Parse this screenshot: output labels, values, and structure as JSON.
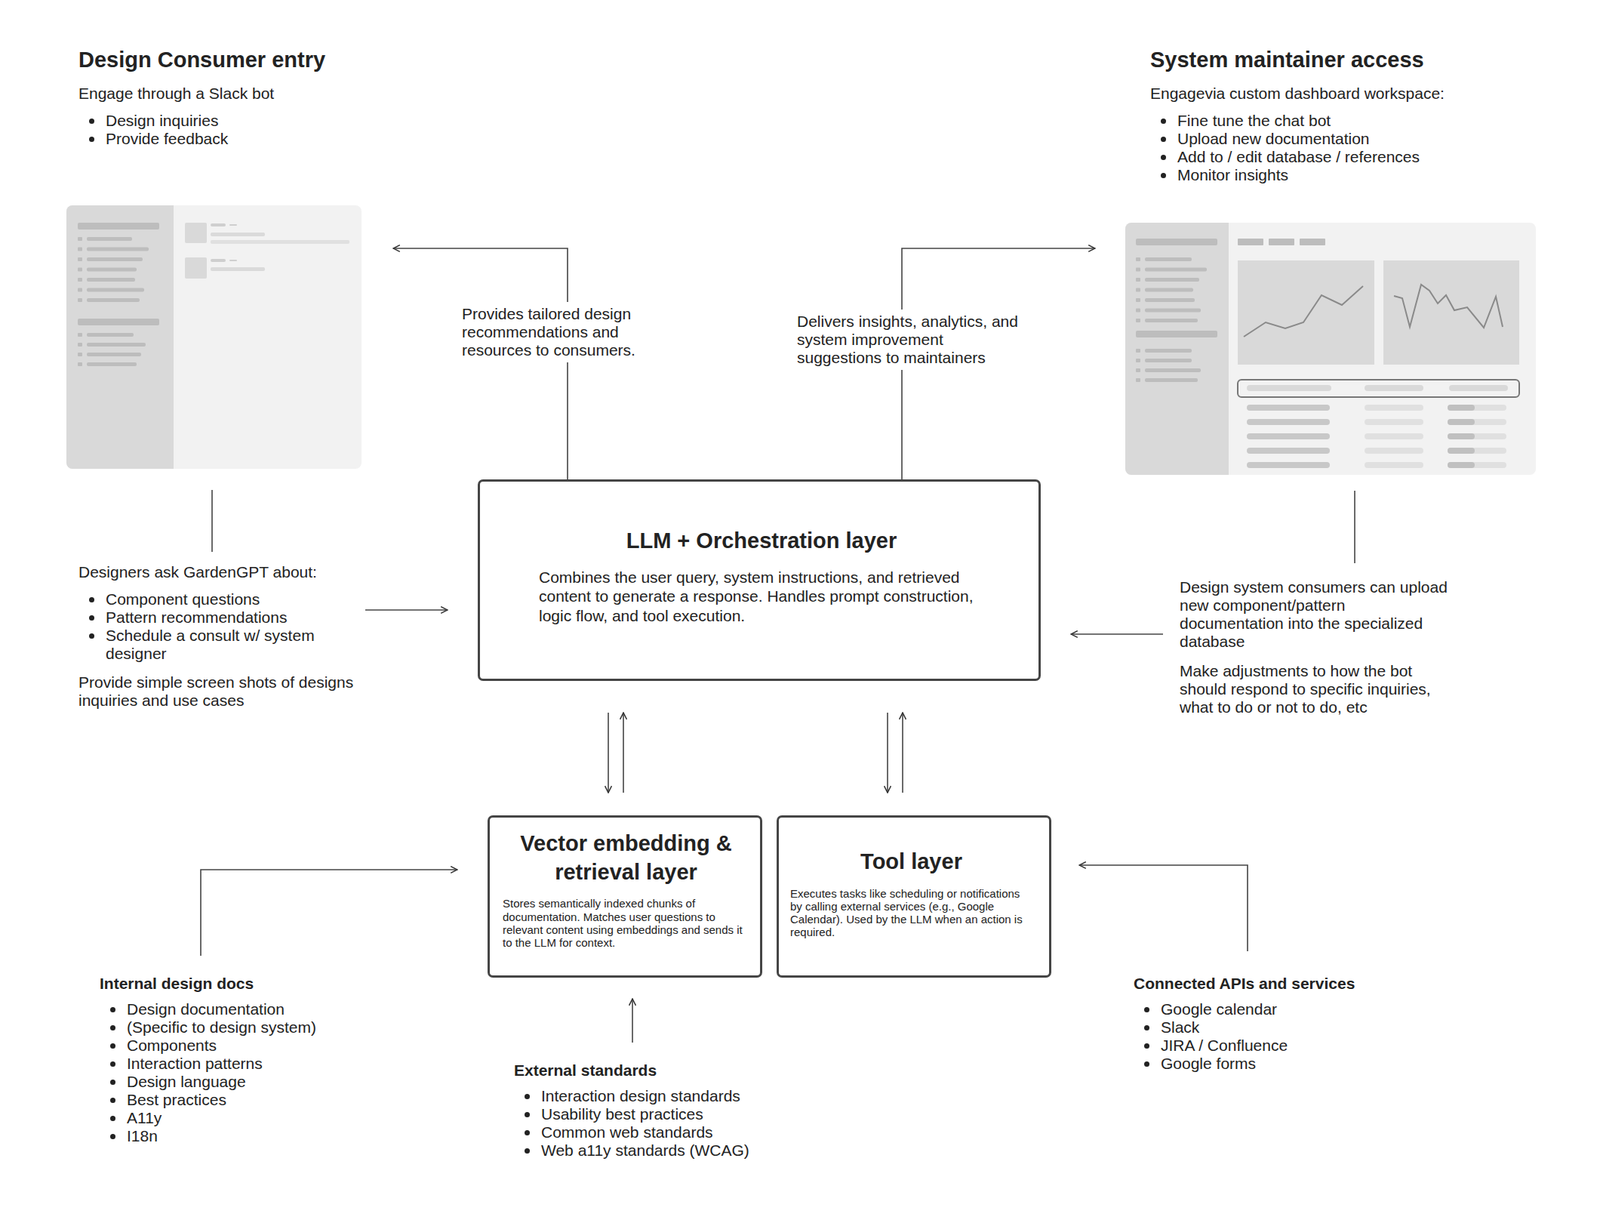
{
  "diagram": {
    "nodes": [
      {
        "text": [
          "Design Consumer entry",
          "Engage through a Slack bot",
          "Design inquiries",
          "Provide feedback"
        ]
      },
      {
        "text": [
          "System maintainer access",
          "Engagevia custom dashboard workspace:",
          "Fine tune the chat bot",
          "Upload new documentation",
          "Add to / edit database / references",
          "Monitor insights"
        ]
      },
      {
        "text": [
          "Designers ask GardenGPT about:",
          "Component questions",
          "Pattern recommendations",
          "Schedule a consult w/ system designer",
          "Provide simple screen shots of designs inquiries and use cases"
        ]
      },
      {
        "text": [
          "LLM + Orchestration layer",
          "Combines the user query, system instructions, and retrieved content to generate a response. Handles prompt construction, logic flow, and tool execution."
        ]
      },
      {
        "text": [
          "Design system consumers can upload new component/pattern documentation into the specialized database",
          "Make adjustments to how the bot should respond to specific inquiries, what to do or not to do, etc"
        ]
      },
      {
        "text": [
          "Vector embedding & retrieval layer",
          "Stores semantically indexed chunks of documentation. Matches user questions to relevant content using embeddings and sends it to the LLM for context."
        ]
      },
      {
        "text": [
          "Tool layer",
          "Executes tasks like scheduling or notifications by calling external services (e.g., Google Calendar). Used by the LLM when an action is required."
        ]
      },
      {
        "text": [
          "Internal design docs",
          "Design documentation",
          "(Specific to design system)",
          "Components",
          "Interaction patterns",
          "Design language",
          "Best practices",
          "A11y",
          "I18n"
        ]
      },
      {
        "text": [
          "External standards",
          "Interaction design standards",
          "Usability best practices",
          "Common web standards",
          "Web a11y standards (WCAG)"
        ]
      },
      {
        "text": [
          "Connected APIs and services",
          "Google calendar",
          "Slack",
          "JIRA / Confluence",
          "Google forms"
        ]
      }
    ],
    "edges": [
      {
        "from": 3,
        "to": 0,
        "label": "Provides tailored design recommendations and resources to consumers.",
        "arrow": "to"
      },
      {
        "from": 3,
        "to": 1,
        "label": "Delivers insights, analytics, and system improvement suggestions to maintainers",
        "arrow": "to"
      },
      {
        "from": 0,
        "to": 2,
        "arrow": "none"
      },
      {
        "from": 1,
        "to": 4,
        "arrow": "none"
      },
      {
        "from": 2,
        "to": 3,
        "arrow": "to"
      },
      {
        "from": 4,
        "to": 3,
        "arrow": "to"
      },
      {
        "from": 3,
        "to": 5,
        "arrow": "to"
      },
      {
        "from": 5,
        "to": 3,
        "arrow": "to"
      },
      {
        "from": 3,
        "to": 6,
        "arrow": "to"
      },
      {
        "from": 6,
        "to": 3,
        "arrow": "to"
      },
      {
        "from": 7,
        "to": 5,
        "arrow": "to"
      },
      {
        "from": 8,
        "to": 5,
        "arrow": "to"
      },
      {
        "from": 9,
        "to": 6,
        "arrow": "to"
      }
    ]
  }
}
